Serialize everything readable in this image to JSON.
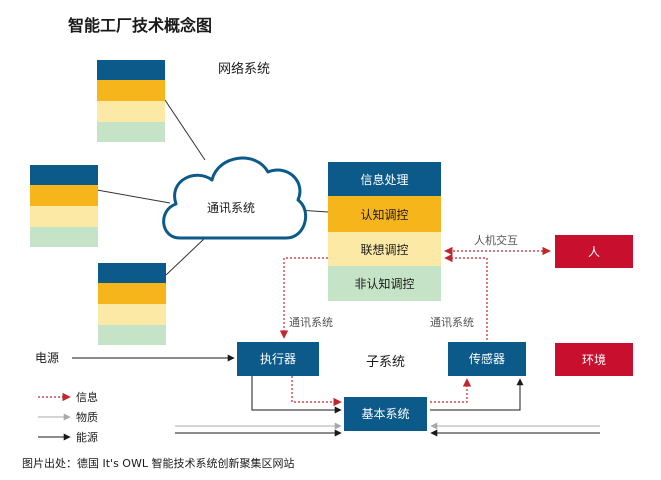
{
  "title": "智能工厂技术概念图",
  "network": {
    "label": "网络系统",
    "cloud_label": "通讯系统"
  },
  "info_processing": {
    "header": "信息处理",
    "rows": [
      "认知调控",
      "联想调控",
      "非认知调控"
    ]
  },
  "subsystem": {
    "label": "子系统",
    "actuator": "执行器",
    "sensor": "传感器",
    "base": "基本系统",
    "power_label": "电源",
    "comm_left": "通讯系统",
    "comm_right": "通讯系统"
  },
  "hmi_label": "人机交互",
  "human": "人",
  "environment": "环境",
  "legend": [
    {
      "label": "信息",
      "color": "#c0262d",
      "style": "dotted"
    },
    {
      "label": "物质",
      "color": "#a8a8a8",
      "style": "solid"
    },
    {
      "label": "能源",
      "color": "#1a1a1a",
      "style": "solid"
    }
  ],
  "caption": "图片出处：德国 It's OWL 智能技术系统创新聚集区网站",
  "colors": {
    "navy": "#0b5a8a",
    "orange": "#f7b51c",
    "cream": "#fde9a6",
    "mint": "#c5e3c7",
    "red": "#c8102e",
    "info_line": "#c0262d",
    "material_line": "#a8a8a8",
    "energy_line": "#1a1a1a"
  }
}
